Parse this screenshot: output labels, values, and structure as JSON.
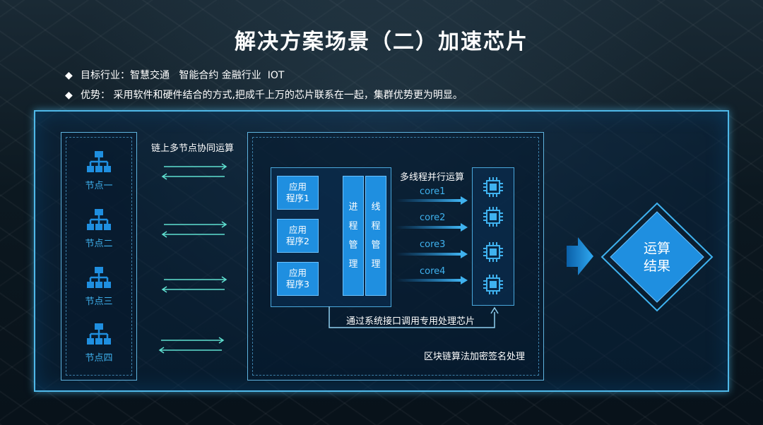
{
  "title": "解决方案场景（二）加速芯片",
  "bullets": [
    {
      "icon": "diamond-bullet-icon",
      "text": "目标行业：智慧交通   智能合约 金融行业  IOT"
    },
    {
      "icon": "diamond-bullet-icon",
      "text": "优势： 采用软件和硬件结合的方式,把成千上万的芯片联系在一起，集群优势更为明显。"
    }
  ],
  "chain_label": "链上多节点协同运算",
  "nodes": [
    {
      "icon": "network-tree-icon",
      "label": "节点一"
    },
    {
      "icon": "network-tree-icon",
      "label": "节点二"
    },
    {
      "icon": "network-tree-icon",
      "label": "节点三"
    },
    {
      "icon": "network-tree-icon",
      "label": "节点四"
    }
  ],
  "apps": [
    {
      "line1": "应用",
      "line2": "程序1"
    },
    {
      "line1": "应用",
      "line2": "程序2"
    },
    {
      "line1": "应用",
      "line2": "程序3"
    }
  ],
  "managers": [
    {
      "text": "进程管理"
    },
    {
      "text": "线程管理"
    }
  ],
  "multithread_label": "多线程并行运算",
  "cores": [
    "core1",
    "core2",
    "core3",
    "core4"
  ],
  "chip_icon": "chip-icon",
  "system_call_label": "通过系统接口调用专用处理芯片",
  "sign_label": "区块链算法加密签名处理",
  "result": {
    "line1": "运算",
    "line2": "结果"
  },
  "colors": {
    "accent": "#3fb2ef",
    "box_fill": "#1f8fe0",
    "border": "#4fb8e8",
    "arrow": "#5fe0d0"
  }
}
